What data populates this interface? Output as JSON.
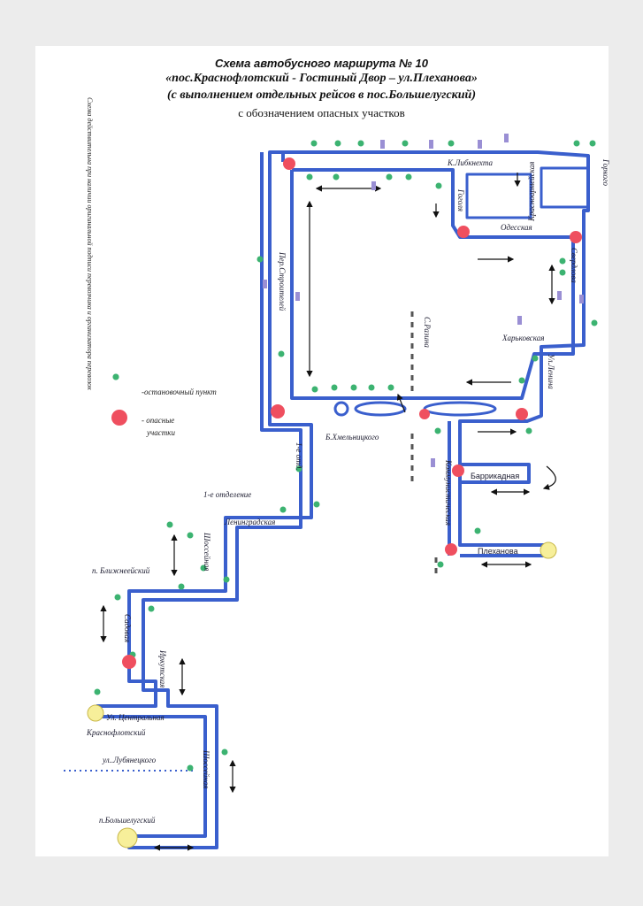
{
  "header": {
    "title_line1": "Схема автобусного маршрута № 10",
    "title_line2": "«пос.Краснофлотский - Гостиный Двор – ул.Плеханова»",
    "title_line3": "(с выполнением отдельных рейсов в пос.Большелугский)",
    "title_line4": "с обозначением опасных участков"
  },
  "side_note": "Схема действительна при наличии оригинальной подписи перевозчика и организатора перевозок",
  "legend": {
    "stop_label": "-остановочный пункт",
    "danger_label_1": "- опасные",
    "danger_label_2": "участки"
  },
  "streets": {
    "k_libknekhta": "К.Либкнехта",
    "krasnoarmeiskaya": "Красноармейская",
    "gorkogo": "Горкого",
    "odesskaya": "Одесская",
    "gogolya": "Гоголя",
    "sverdlova": "Свердлова",
    "per_stroiteley": "Пер.Строителей",
    "s_razina": "С.Разина",
    "kharkovskaya": "Харьковская",
    "ul_lenina": "Ул.Ленина",
    "b_khmelnitskogo": "Б.Хмельницкого",
    "kommunisticheskaya": "Коммунистическая",
    "barrikadnaya": "Баррикадная",
    "plekhanova": "Плеханова",
    "otdelenie_1": "1-е отделение",
    "leningradskaya": "Ленинградская",
    "otdelenie_1_vert": "1-е отд.",
    "shosseinaya_1": "Шоссейная",
    "p_blizhneeiskiy": "п. Ближнеейский",
    "sadovaya": "Садовая",
    "irkutskaya": "Иркутская",
    "ul_tsentralnaya": "Ул. Центральная",
    "krasnoflotskiy": "Краснофлотский",
    "ul_lubyanetskogo": "ул..Лубянецкого",
    "shosseinaya_2": "Шоссейная",
    "p_bolshelugskiy": "п.Большелугский"
  },
  "colors": {
    "route": "#3a5fcd",
    "stop": "#3cb371",
    "danger": "#ef4f5f",
    "terminal": "#f7ef9a"
  }
}
